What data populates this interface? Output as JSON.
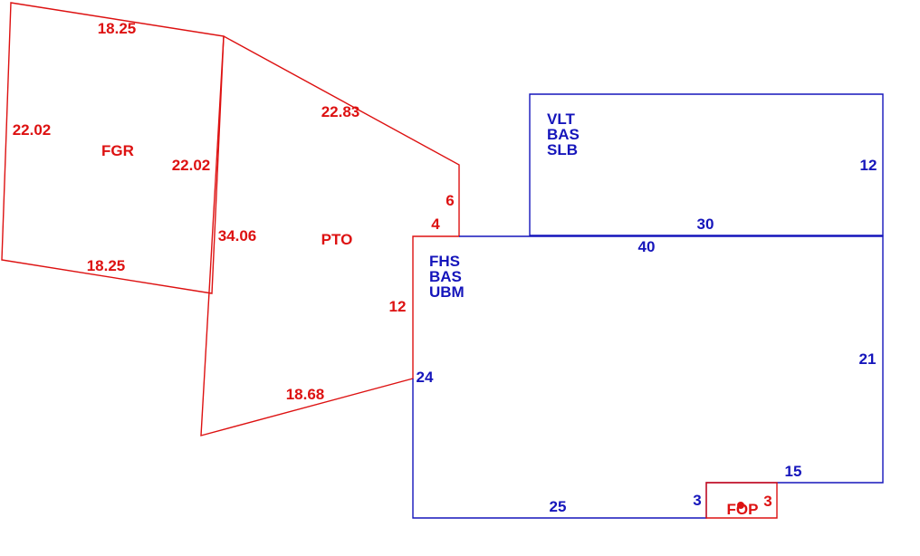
{
  "colors": {
    "red": "#dd1111",
    "blue": "#1515bb"
  },
  "areas": {
    "fgr": {
      "code": "FGR",
      "sides": [
        "18.25",
        "22.02",
        "22.02",
        "18.25"
      ]
    },
    "pto": {
      "code": "PTO",
      "sides": [
        "22.83",
        "6",
        "4",
        "34.06",
        "12",
        "18.68"
      ]
    },
    "upper": {
      "codes": [
        "VLT",
        "BAS",
        "SLB"
      ],
      "sides": [
        "12",
        "30"
      ]
    },
    "main": {
      "codes": [
        "FHS",
        "BAS",
        "UBM"
      ],
      "sides": [
        "40",
        "24",
        "21",
        "15",
        "25",
        "3"
      ]
    },
    "fop": {
      "code": "FOP",
      "sides": [
        "3"
      ]
    }
  }
}
